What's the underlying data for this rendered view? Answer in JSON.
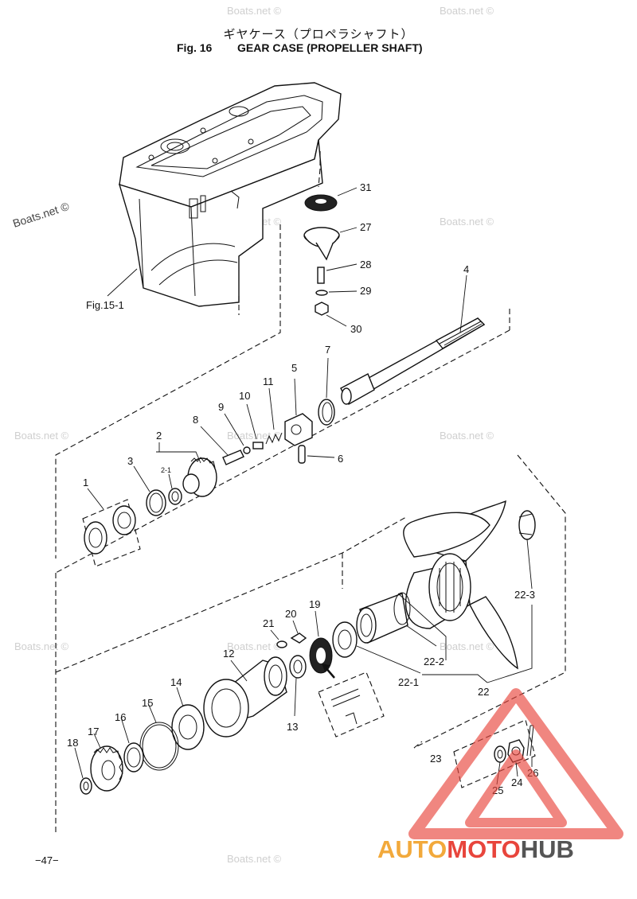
{
  "header": {
    "title_jp": "ギヤケース（プロペラシャフト）",
    "fig_label": "Fig. 16",
    "title_en": "GEAR CASE (PROPELLER SHAFT)"
  },
  "page_number": "−47−",
  "reference_label": "Fig.15-1",
  "watermark_text": "Boats.net ©",
  "logo": {
    "word_a": "AUTO",
    "word_b": "MOTO",
    "word_c": "HUB",
    "colors": {
      "auto": "#f2a93b",
      "moto": "#e8453c",
      "hub": "#555555",
      "triangle": "#e8453c"
    }
  },
  "callouts": {
    "p1": "1",
    "p2": "2",
    "p2_1": "2-1",
    "p3": "3",
    "p4": "4",
    "p5": "5",
    "p6": "6",
    "p7": "7",
    "p8": "8",
    "p9": "9",
    "p10": "10",
    "p11": "11",
    "p12": "12",
    "p13": "13",
    "p14": "14",
    "p15": "15",
    "p16": "16",
    "p17": "17",
    "p18": "18",
    "p19": "19",
    "p20": "20",
    "p21": "21",
    "p22": "22",
    "p22_1": "22-1",
    "p22_2": "22-2",
    "p22_3": "22-3",
    "p23": "23",
    "p24": "24",
    "p25": "25",
    "p26": "26",
    "p27": "27",
    "p28": "28",
    "p29": "29",
    "p30": "30",
    "p31": "31"
  }
}
